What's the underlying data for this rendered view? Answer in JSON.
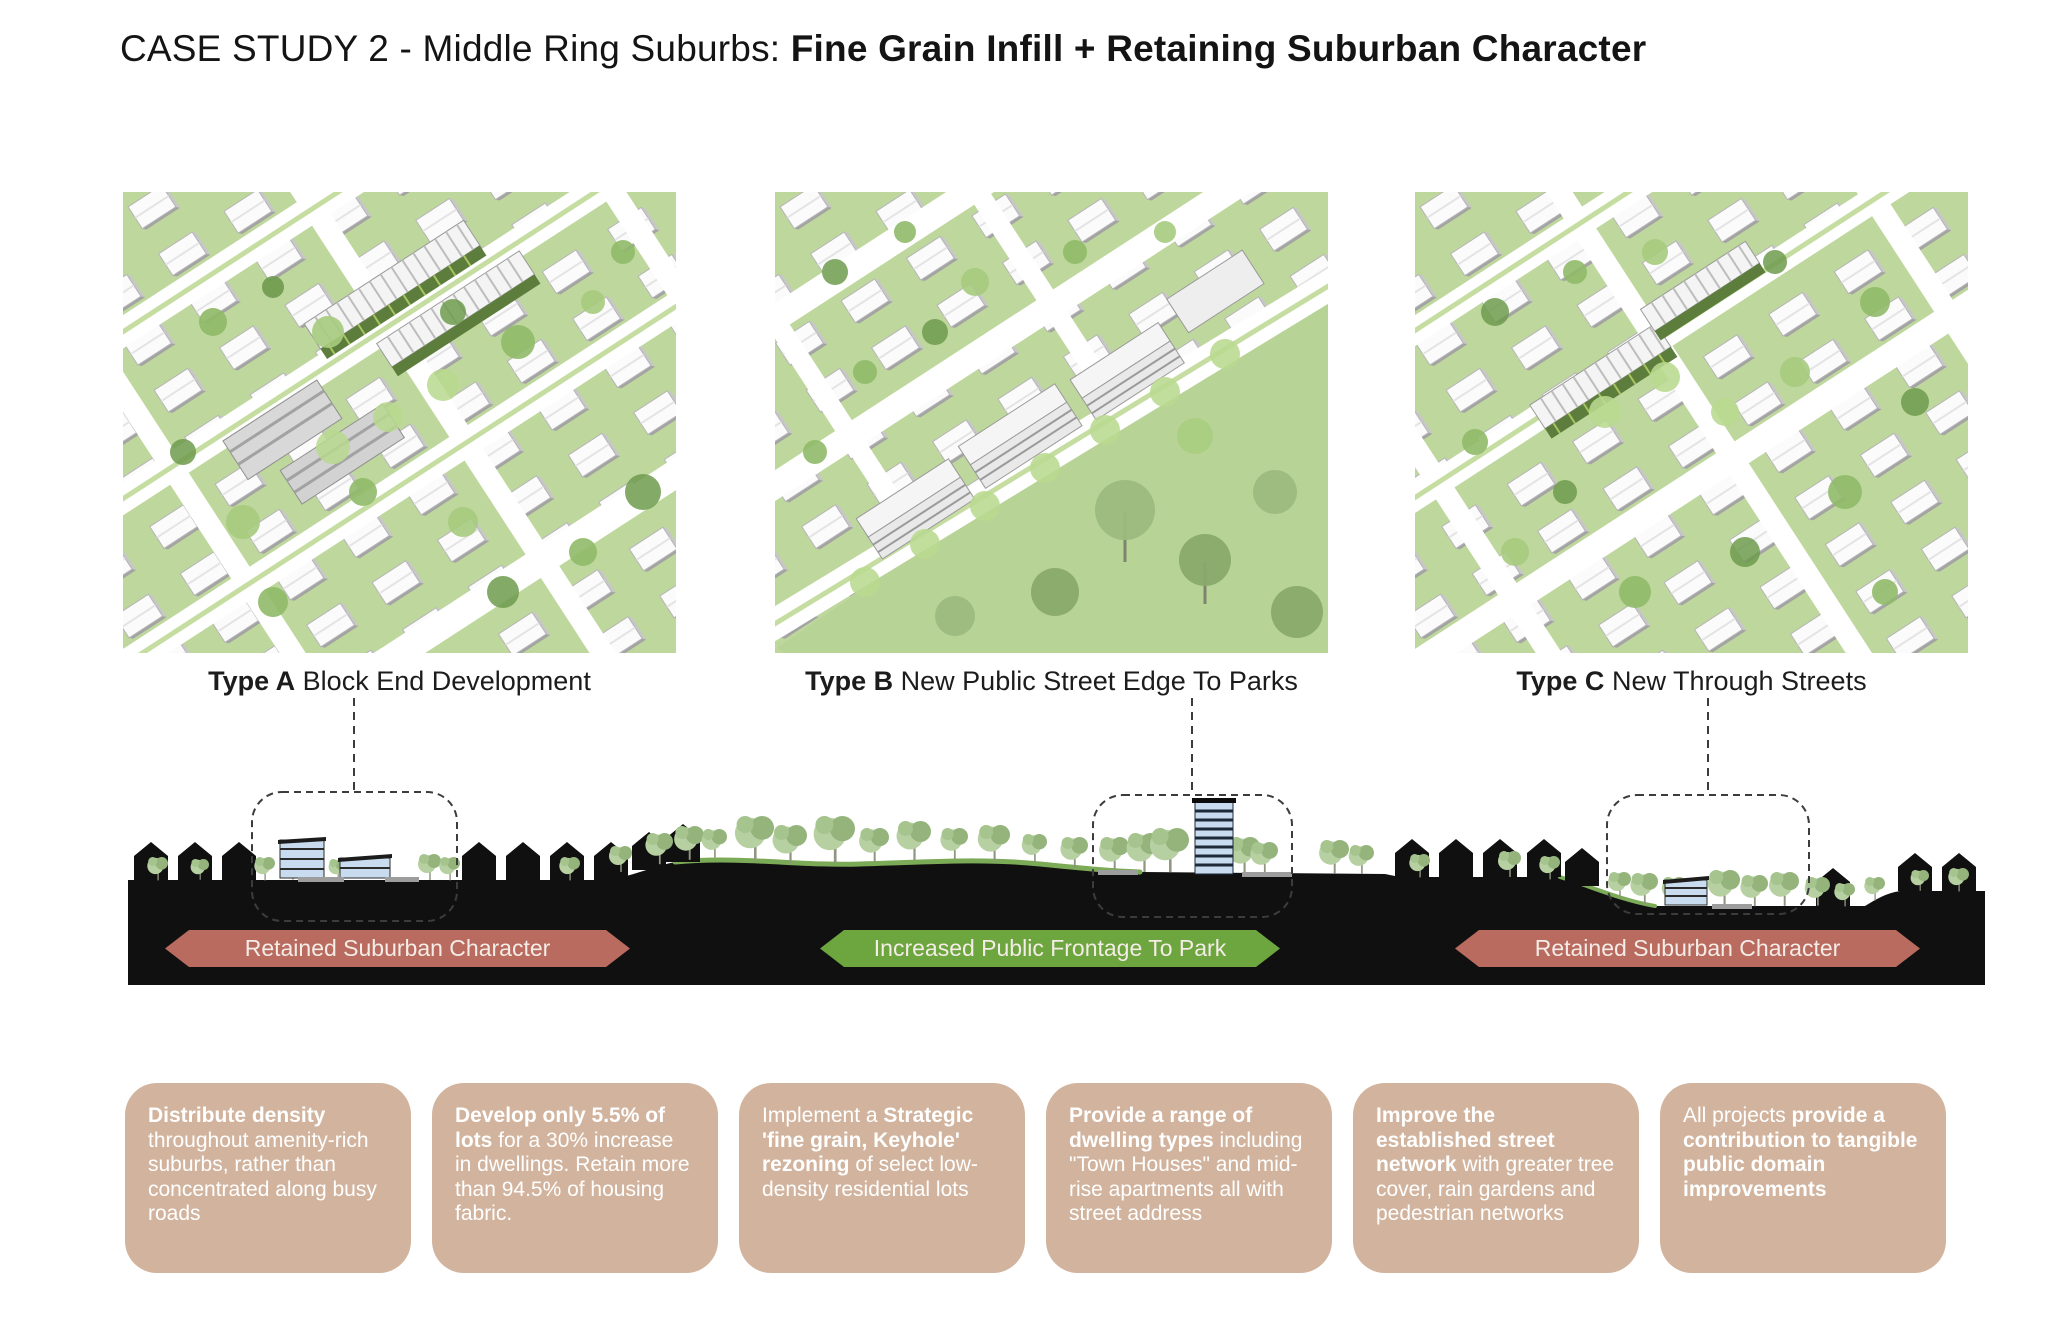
{
  "title": {
    "regular": "CASE STUDY 2 - Middle Ring Suburbs: ",
    "bold": "Fine Grain Infill + Retaining Suburban Character"
  },
  "figures": [
    {
      "type": "Type A",
      "caption": " Block End Development"
    },
    {
      "type": "Type B",
      "caption": " New Public Street Edge To Parks"
    },
    {
      "type": "Type C",
      "caption": " New Through Streets"
    }
  ],
  "banners": [
    {
      "label": "Retained Suburban Character",
      "color": "#b96b60"
    },
    {
      "label": "Increased Public Frontage To Park",
      "color": "#6da53f"
    },
    {
      "label": "Retained Suburban Character",
      "color": "#b96b60"
    }
  ],
  "principles": {
    "bg_color": "#d2b49e",
    "cards": [
      {
        "segments": [
          {
            "text": "Distribute density",
            "bold": true
          },
          {
            "text": " throughout amenity-rich suburbs, rather than concentrated along busy roads",
            "bold": false
          }
        ]
      },
      {
        "segments": [
          {
            "text": "Develop only 5.5% of lots",
            "bold": true
          },
          {
            "text": " for a 30% increase in dwellings. Retain more than 94.5% of  housing fabric.",
            "bold": false
          }
        ]
      },
      {
        "segments": [
          {
            "text": "Implement a ",
            "bold": false
          },
          {
            "text": "Strategic 'fine grain, Keyhole' rezoning",
            "bold": true
          },
          {
            "text": " of  select low-density residential lots",
            "bold": false
          }
        ]
      },
      {
        "segments": [
          {
            "text": "Provide a range of dwelling types",
            "bold": true
          },
          {
            "text": " including \"Town Houses\" and mid-rise apartments all with street address",
            "bold": false
          }
        ]
      },
      {
        "segments": [
          {
            "text": "Improve the established street network",
            "bold": true
          },
          {
            "text": " with greater tree cover, rain gardens and pedestrian networks",
            "bold": false
          }
        ]
      },
      {
        "segments": [
          {
            "text": "All projects ",
            "bold": false
          },
          {
            "text": "provide a contribution to tangible public domain improvements",
            "bold": true
          }
        ]
      }
    ]
  }
}
